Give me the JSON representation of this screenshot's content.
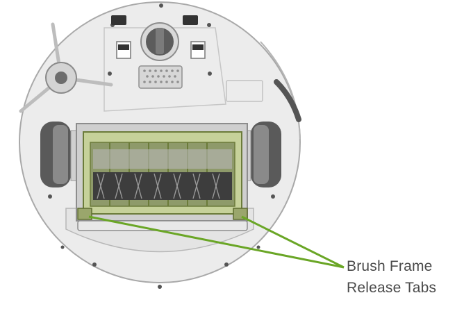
{
  "figure": {
    "subject": "robot vacuum underside",
    "callout": {
      "line1": "Brush Frame",
      "line2": "Release Tabs",
      "color": "#6aa626"
    },
    "colors": {
      "body": "#ececec",
      "outline": "#a9a9a9",
      "frame": "#7b8c4a",
      "frame_light": "#b4c07e",
      "wheel": "#5a5a5a",
      "brush": "#3d3d3d"
    }
  }
}
